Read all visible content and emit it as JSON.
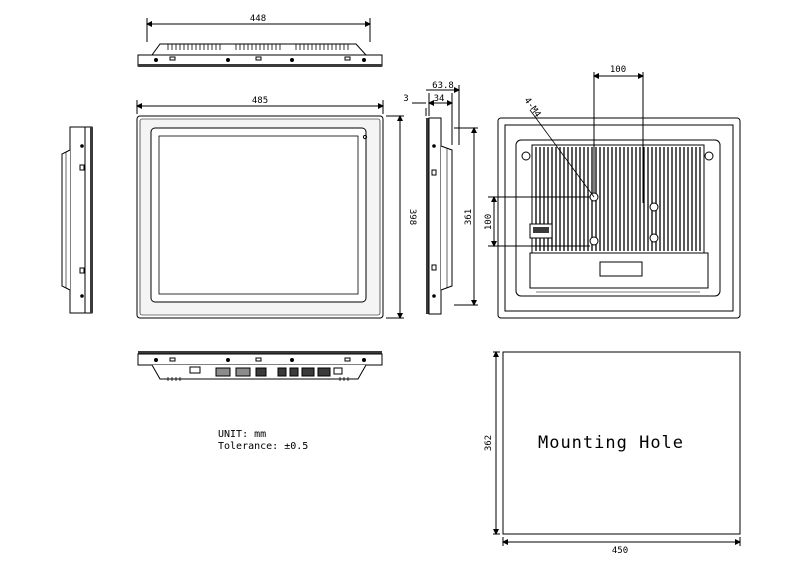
{
  "dimensions": {
    "top_width": "448",
    "front_width": "485",
    "front_height": "398",
    "side_offset": "3",
    "side_depth": "34",
    "side_total_depth": "63.8",
    "side_height": "361",
    "rear_vesa_h": "100",
    "rear_vesa_v": "100",
    "rear_screw_label": "4-M4",
    "cutout_height": "362",
    "cutout_width": "450"
  },
  "notes": {
    "unit": "UNIT: mm",
    "tolerance": "Tolerance: ±0.5"
  },
  "cutout": {
    "label": "Mounting Hole"
  },
  "colors": {
    "line": "#000000",
    "fill_dark": "#3a3a3a",
    "fill_gray": "#8c8c8c",
    "bezel": "#f4f4f4"
  }
}
